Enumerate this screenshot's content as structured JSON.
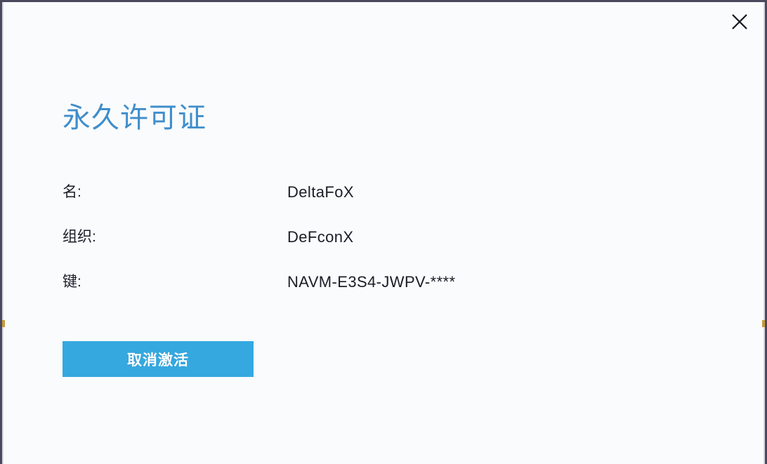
{
  "window": {
    "background_color": "#fafbfc",
    "border_color": "#4a4a5e",
    "edge_marker_color": "#c89a3c"
  },
  "titlebar": {
    "close_label": "×"
  },
  "main": {
    "title": "永久许可证",
    "title_color": "#3f8ecc",
    "fields": [
      {
        "label": "名:",
        "value": "DeltaFoX"
      },
      {
        "label": "组织:",
        "value": "DeFconX"
      },
      {
        "label": "键:",
        "value": "NAVM-E3S4-JWPV-****"
      }
    ],
    "deactivate_label": "取消激活",
    "deactivate_color": "#35a8e0"
  }
}
